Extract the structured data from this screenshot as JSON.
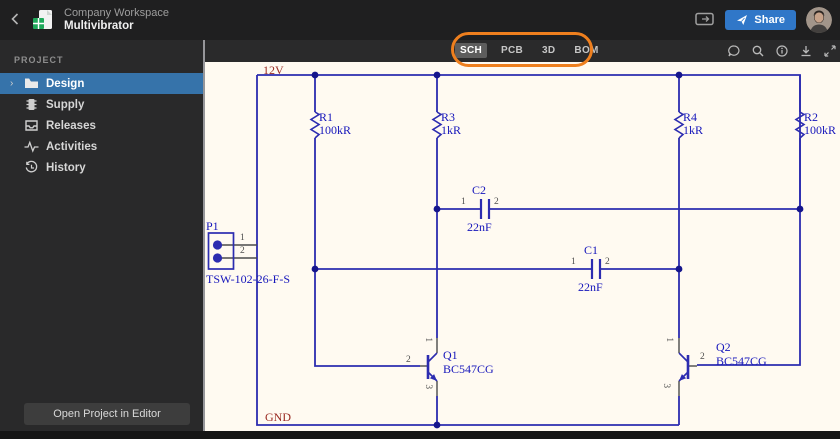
{
  "header": {
    "workspace_name": "Company Workspace",
    "project_name": "Multivibrator",
    "share_label": "Share",
    "icons": [
      "back-chevron",
      "project-logo",
      "feedback",
      "avatar"
    ]
  },
  "sidebar": {
    "section_label": "PROJECT",
    "items": [
      {
        "label": "Design",
        "icon": "folder",
        "selected": true
      },
      {
        "label": "Supply",
        "icon": "chip",
        "selected": false
      },
      {
        "label": "Releases",
        "icon": "inbox",
        "selected": false
      },
      {
        "label": "Activities",
        "icon": "pulse",
        "selected": false
      },
      {
        "label": "History",
        "icon": "history-clock",
        "selected": false
      }
    ],
    "open_project_label": "Open Project in Editor"
  },
  "tabs": {
    "items": [
      {
        "label": "SCH",
        "active": true
      },
      {
        "label": "PCB",
        "active": false
      },
      {
        "label": "3D",
        "active": false
      },
      {
        "label": "BOM",
        "active": false
      }
    ],
    "highlight_color": "#ee7f1e",
    "toolbar_icons": [
      "comment",
      "search",
      "info",
      "download",
      "fullscreen"
    ]
  },
  "schematic": {
    "nets": {
      "power": "12V",
      "ground": "GND"
    },
    "colors": {
      "wire": "#2c2cb0",
      "junction": "#15158c",
      "designator": "#1616bb",
      "net_label": "#9a2a22",
      "background": "#fffaf1"
    },
    "components": {
      "p1": {
        "ref": "P1",
        "value": "TSW-102-26-F-S",
        "pins": [
          "1",
          "2"
        ]
      },
      "r1": {
        "ref": "R1",
        "value": "100kR"
      },
      "r3": {
        "ref": "R3",
        "value": "1kR"
      },
      "r4": {
        "ref": "R4",
        "value": "1kR"
      },
      "r2": {
        "ref": "R2",
        "value": "100kR"
      },
      "c2": {
        "ref": "C2",
        "value": "22nF",
        "pins": [
          "1",
          "2"
        ]
      },
      "c1": {
        "ref": "C1",
        "value": "22nF",
        "pins": [
          "1",
          "2"
        ]
      },
      "q1": {
        "ref": "Q1",
        "value": "BC547CG",
        "pins": [
          "1",
          "2",
          "3"
        ]
      },
      "q2": {
        "ref": "Q2",
        "value": "BC547CG",
        "pins": [
          "1",
          "2",
          "3"
        ]
      }
    }
  }
}
